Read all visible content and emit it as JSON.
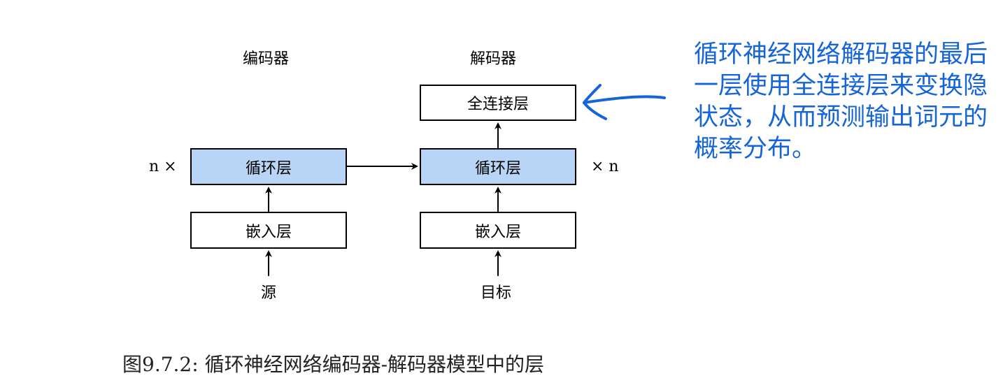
{
  "encoder": {
    "title": "编码器",
    "multiplier": "n ×",
    "rnn_layer": "循环层",
    "embedding_layer": "嵌入层",
    "input": "源"
  },
  "decoder": {
    "title": "解码器",
    "multiplier": "× n",
    "dense_layer": "全连接层",
    "rnn_layer": "循环层",
    "embedding_layer": "嵌入层",
    "input": "目标"
  },
  "annotation": "循环神经网络解码器的最后一层使用全连接层来变换隐状态，从而预测输出词元的概率分布。",
  "caption": "图9.7.2: 循环神经网络编码器-解码器模型中的层",
  "colors": {
    "rnn_fill": "#b9d5f5",
    "annotation": "#1565d8"
  }
}
